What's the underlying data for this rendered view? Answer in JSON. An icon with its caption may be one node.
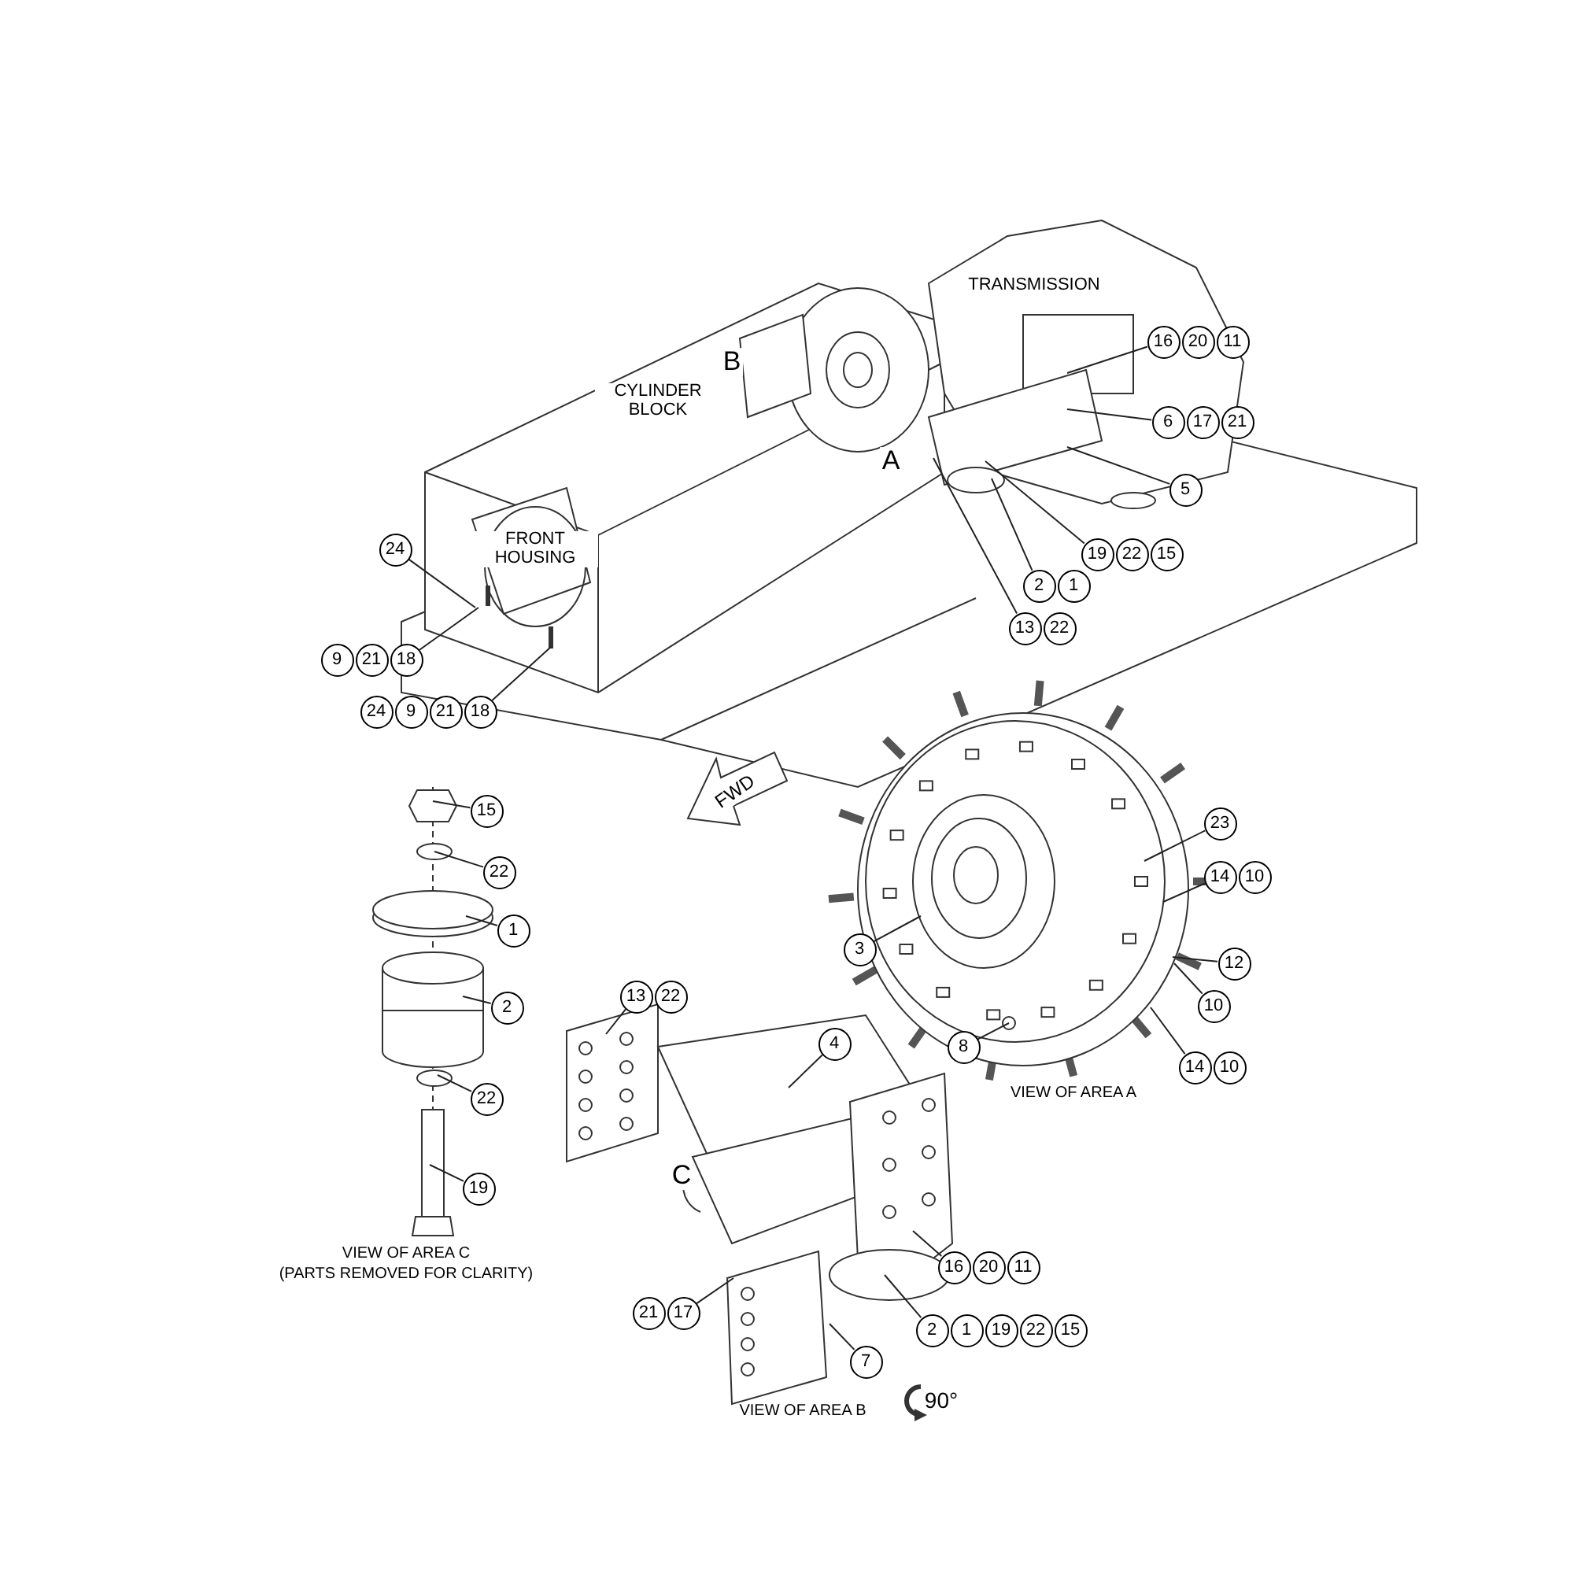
{
  "diagram": {
    "nodes": [
      {
        "text": [
          "16",
          "20",
          "11"
        ]
      },
      {
        "text": [
          "6",
          "17",
          "21"
        ]
      },
      {
        "text": [
          "5"
        ]
      },
      {
        "text": [
          "19",
          "22",
          "15"
        ]
      },
      {
        "text": [
          "2",
          "1"
        ]
      },
      {
        "text": [
          "13",
          "22"
        ]
      },
      {
        "text": [
          "24"
        ]
      },
      {
        "text": [
          "9",
          "21",
          "18"
        ]
      },
      {
        "text": [
          "24",
          "9",
          "21",
          "18"
        ]
      },
      {
        "text": [
          "23"
        ]
      },
      {
        "text": [
          "14",
          "10"
        ]
      },
      {
        "text": [
          "3"
        ]
      },
      {
        "text": [
          "12"
        ]
      },
      {
        "text": [
          "10"
        ]
      },
      {
        "text": [
          "8"
        ]
      },
      {
        "text": [
          "14",
          "10"
        ]
      },
      {
        "text": [
          "15"
        ]
      },
      {
        "text": [
          "22"
        ]
      },
      {
        "text": [
          "1"
        ]
      },
      {
        "text": [
          "2"
        ]
      },
      {
        "text": [
          "22"
        ]
      },
      {
        "text": [
          "19"
        ]
      },
      {
        "text": [
          "13",
          "22"
        ]
      },
      {
        "text": [
          "4"
        ]
      },
      {
        "text": [
          "16",
          "20",
          "11"
        ]
      },
      {
        "text": [
          "21",
          "17"
        ]
      },
      {
        "text": [
          "2",
          "1",
          "19",
          "22",
          "15"
        ]
      },
      {
        "text": [
          "7"
        ]
      }
    ],
    "edges": [
      {
        "from": 0,
        "to": null,
        "arrow": "none"
      },
      {
        "from": 1,
        "to": null,
        "arrow": "none"
      },
      {
        "from": 2,
        "to": null,
        "arrow": "none"
      },
      {
        "from": 3,
        "to": null,
        "arrow": "none"
      },
      {
        "from": 4,
        "to": null,
        "arrow": "none"
      },
      {
        "from": 5,
        "to": null,
        "arrow": "none"
      },
      {
        "from": 6,
        "to": null,
        "arrow": "none"
      },
      {
        "from": 7,
        "to": null,
        "arrow": "none"
      },
      {
        "from": 8,
        "to": null,
        "arrow": "none"
      },
      {
        "from": 9,
        "to": null,
        "arrow": "none"
      },
      {
        "from": 10,
        "to": null,
        "arrow": "none"
      },
      {
        "from": 11,
        "to": null,
        "arrow": "none"
      },
      {
        "from": 12,
        "to": null,
        "arrow": "none"
      },
      {
        "from": 13,
        "to": null,
        "arrow": "none"
      },
      {
        "from": 14,
        "to": null,
        "arrow": "none"
      },
      {
        "from": 15,
        "to": null,
        "arrow": "none"
      },
      {
        "from": 16,
        "to": null,
        "arrow": "none"
      },
      {
        "from": 17,
        "to": null,
        "arrow": "none"
      },
      {
        "from": 18,
        "to": null,
        "arrow": "none"
      },
      {
        "from": 19,
        "to": null,
        "arrow": "none"
      },
      {
        "from": 20,
        "to": null,
        "arrow": "none"
      },
      {
        "from": 21,
        "to": null,
        "arrow": "none"
      },
      {
        "from": 22,
        "to": null,
        "arrow": "none"
      },
      {
        "from": 23,
        "to": null,
        "arrow": "none"
      },
      {
        "from": 24,
        "to": null,
        "arrow": "none"
      },
      {
        "from": 25,
        "to": null,
        "arrow": "none"
      },
      {
        "from": 26,
        "to": null,
        "arrow": "none"
      },
      {
        "from": 27,
        "to": null,
        "arrow": "none"
      }
    ],
    "labels": [
      "TRANSMISSION",
      "B",
      "CYLINDER BLOCK",
      "A",
      "FRONT HOUSING",
      "FWD",
      "VIEW OF AREA A",
      "C",
      "VIEW OF AREA C",
      "(PARTS REMOVED FOR CLARITY)",
      "VIEW OF AREA B",
      "90°"
    ]
  }
}
